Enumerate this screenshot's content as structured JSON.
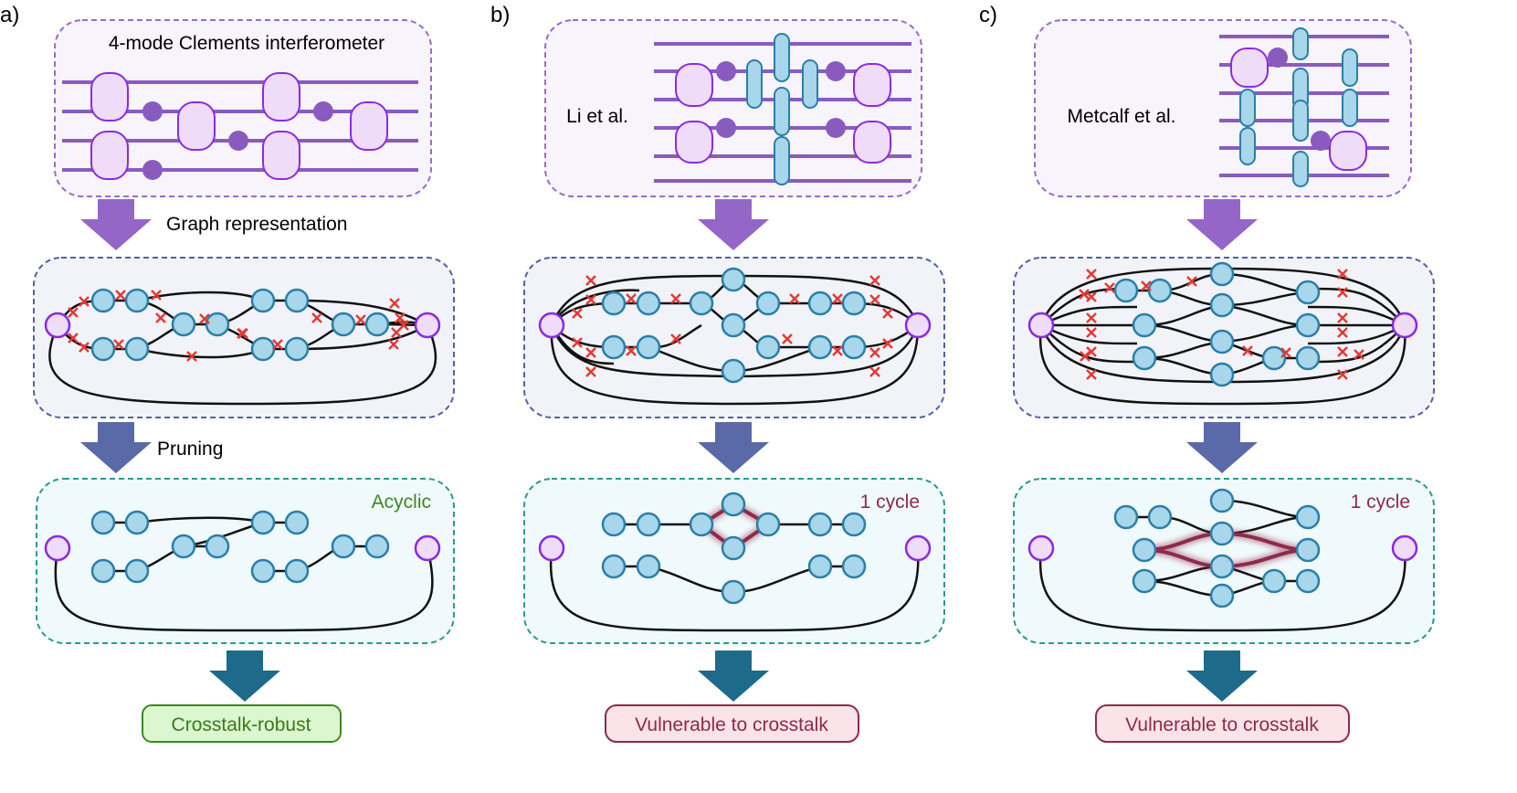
{
  "panels": [
    {
      "letter": "a)",
      "header_label": "4-mode Clements interferometer",
      "graph_label": "Graph representation",
      "pruning_label": "Pruning",
      "status_label": "Acyclic",
      "result_label": "Crosstalk-robust",
      "result_kind": "robust"
    },
    {
      "letter": "b)",
      "header_label": "Li et al.",
      "graph_label": "",
      "pruning_label": "",
      "status_label": "1 cycle",
      "result_label": "Vulnerable to crosstalk",
      "result_kind": "vulnerable"
    },
    {
      "letter": "c)",
      "header_label": "Metcalf et al.",
      "graph_label": "",
      "pruning_label": "",
      "status_label": "1 cycle",
      "result_label": "Vulnerable to crosstalk",
      "result_kind": "vulnerable"
    }
  ],
  "colors": {
    "waveguide": "#8a5bbf",
    "coupler_fill": "#eedcf8",
    "coupler_stroke": "#8a2be2",
    "phase_dot": "#8a5bbf",
    "blue_fill": "#a8d6ea",
    "blue_stroke": "#2a7fa8",
    "cross": "#e53935",
    "cycle": "#8e2a4a",
    "box_purple": "#9a6bc6",
    "box_graph": "#5560a0",
    "box_pruned": "#2a9a8e",
    "arrow_purple": "#9466c8",
    "arrow_slate": "#5a6aa8",
    "arrow_teal": "#1d6a8a",
    "acyclic_text": "#3a8a1e",
    "cycle_text": "#8e2a4a"
  }
}
